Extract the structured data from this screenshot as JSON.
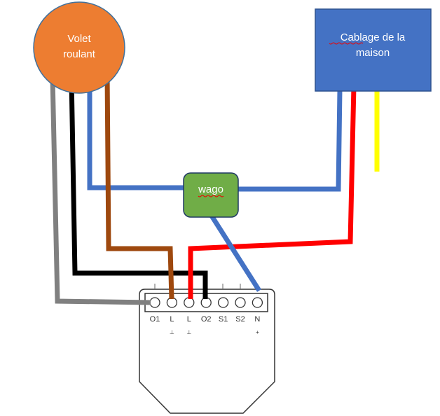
{
  "volet": {
    "line1": "Volet",
    "line2": "roulant",
    "color": "#ED7D31"
  },
  "maison": {
    "line1": "Cablage de la",
    "line2": "maison",
    "color": "#4472C4"
  },
  "wago": {
    "label": "wago",
    "color": "#70AD47"
  },
  "module": {
    "terminals": [
      "O1",
      "L",
      "L",
      "O2",
      "S1",
      "S2",
      "N"
    ],
    "symbols": [
      "",
      "⊥",
      "⊥",
      "",
      "",
      "",
      "+"
    ]
  },
  "wire_colors": {
    "gray": "#808080",
    "black": "#000000",
    "blue": "#4472C4",
    "brown": "#9E480E",
    "red": "#FF0000",
    "yellow": "#FFFF00"
  }
}
